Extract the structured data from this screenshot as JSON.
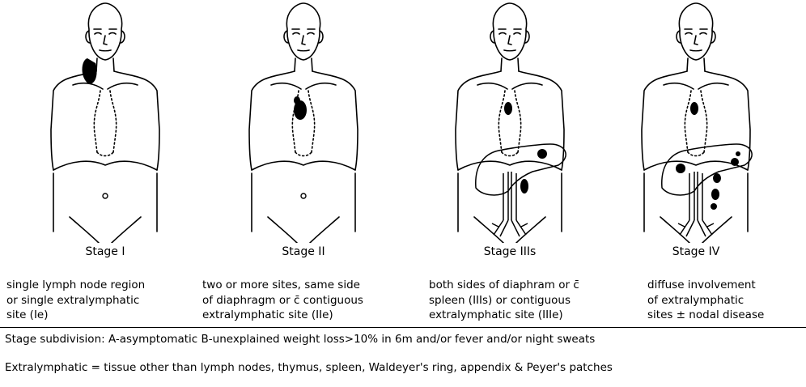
{
  "stages": [
    {
      "label": "Stage I",
      "description": [
        "single lymph node region",
        "or single extralymphatic",
        "site (Ie)"
      ]
    },
    {
      "label": "Stage II",
      "description": [
        "two or more sites, same side",
        "of diaphragm or c̄ contiguous",
        "extralymphatic site (IIe)"
      ]
    },
    {
      "label": "Stage IIIs",
      "description": [
        "both sides of diaphram or c̄",
        "spleen (IIIs) or contiguous",
        "extralymphatic site (IIIe)"
      ]
    },
    {
      "label": "Stage IV",
      "description": [
        "diffuse involvement",
        "of extralymphatic",
        "sites ± nodal disease"
      ]
    }
  ],
  "footnotes": {
    "subdivision": "Stage subdivision: A-asymptomatic  B-unexplained weight loss>10% in 6m and/or fever and/or night sweats",
    "definition": "Extralymphatic = tissue other than lymph nodes, thymus, spleen, Waldeyer's ring, appendix & Peyer's patches"
  },
  "colors": {
    "ink": "#000000",
    "background": "#ffffff"
  }
}
